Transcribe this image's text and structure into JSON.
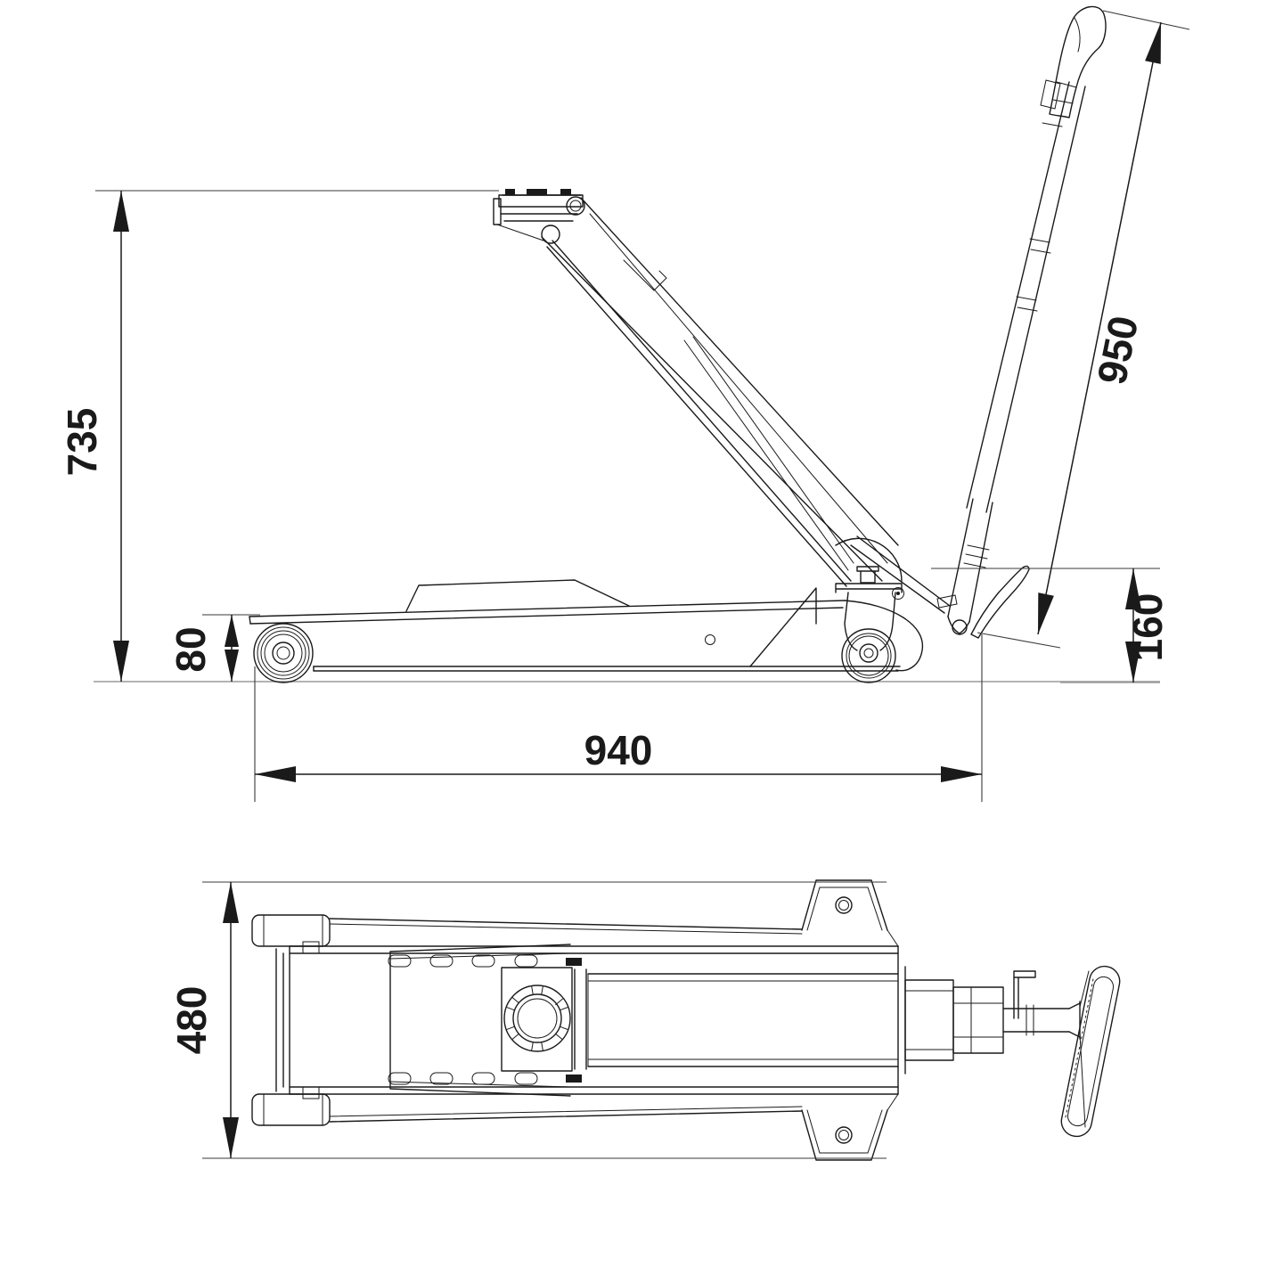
{
  "drawing": {
    "type": "technical-drawing",
    "subject": "hydraulic-trolley-jack-two-view",
    "colors": {
      "ink": "#1a1a1a",
      "extension_gray": "#9a9a9a",
      "background": "#ffffff"
    },
    "views": {
      "side": {
        "name": "side-elevation-jack-raised"
      },
      "top": {
        "name": "plan-view"
      }
    },
    "dimensions": {
      "side": {
        "max_lift_height": {
          "value": "735"
        },
        "min_height": {
          "value": "80"
        },
        "chassis_length": {
          "value": "940"
        },
        "handle_length": {
          "value": "950"
        },
        "handle_pivot_height": {
          "value": "160"
        }
      },
      "top": {
        "overall_width": {
          "value": "480"
        }
      }
    }
  }
}
